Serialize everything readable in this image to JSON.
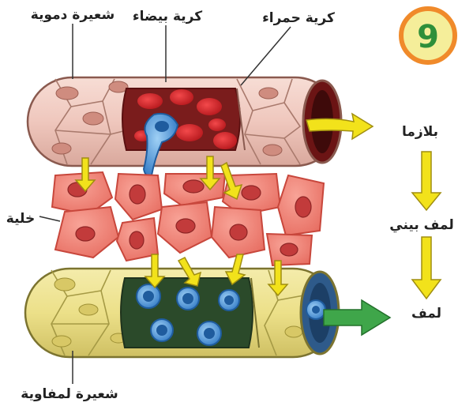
{
  "badge": {
    "number": "9"
  },
  "labels": {
    "blood_capillary": "شعيرة دموية",
    "white_cell": "كرية بيضاء",
    "red_cell": "كرية حمراء",
    "cell": "خلية",
    "lymph_capillary": "شعيرة لمفاوية",
    "plasma": "بلازما",
    "interstitial_lymph": "لمف بيني",
    "lymph": "لمف"
  },
  "colors": {
    "blood_vessel": "#efc7bd",
    "blood_lumen": "#7a1c1c",
    "red_cell": "#d8262a",
    "white_cell": "#3f8fd6",
    "tissue_cell": "#f07a6e",
    "tissue_nucleus": "#c23b3b",
    "lymph_vessel": "#ece089",
    "lymph_lumen": "#2b4a2a",
    "yellow_arrow": "#f2e21b",
    "green_arrow": "#3fa64a",
    "badge_ring": "#f08a2a",
    "badge_fill": "#f5ee9a",
    "badge_text": "#2f8f3a"
  }
}
